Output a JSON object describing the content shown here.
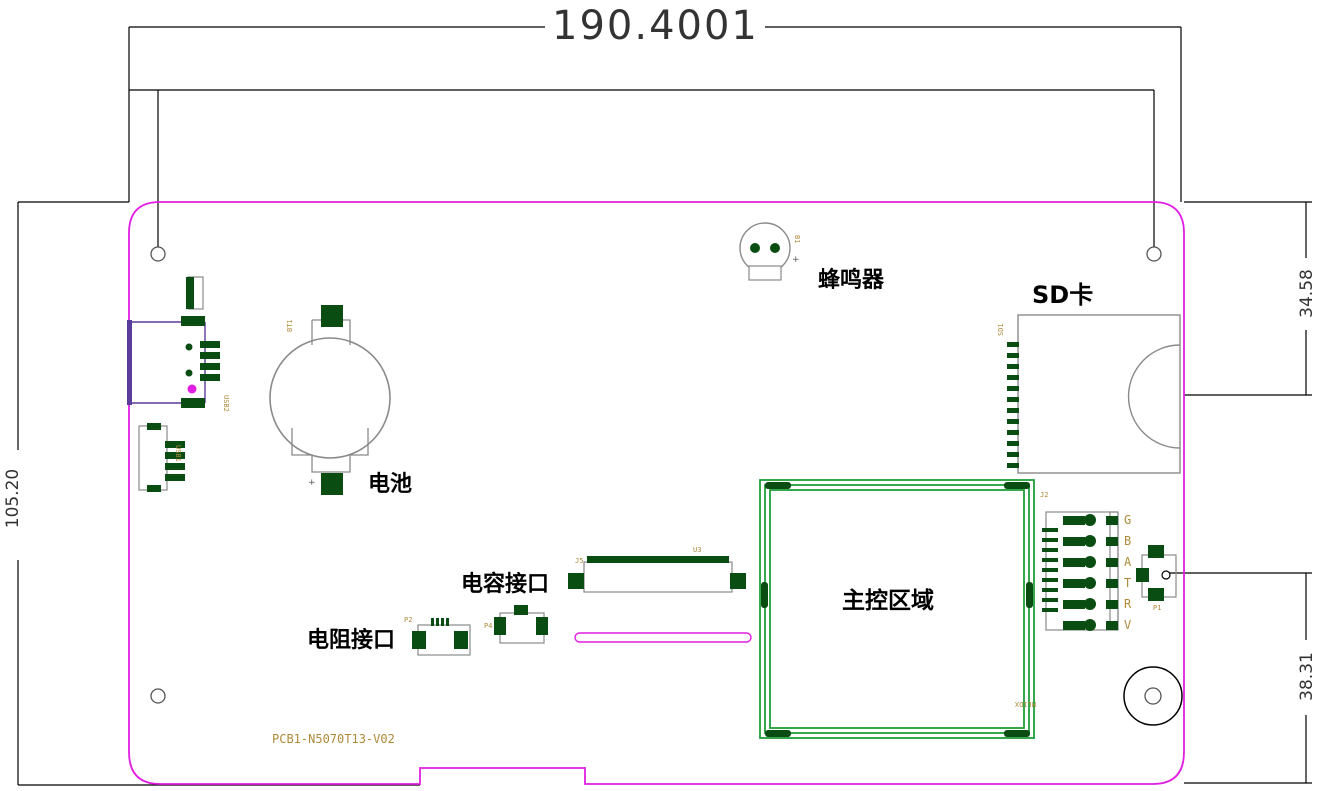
{
  "dimensions": {
    "width_total": "190.4001",
    "height_total": "105.20",
    "right_upper": "34.58",
    "right_lower": "38.31"
  },
  "labels": {
    "buzzer": "蜂鸣器",
    "sd_card": "SD卡",
    "battery": "电池",
    "capacitor_port": "电容接口",
    "resistor_port": "电阻接口",
    "main_control": "主控区域"
  },
  "silkscreen": {
    "board_id": "PCB1-N5070T13-V02",
    "pin_labels": [
      "G",
      "B",
      "A",
      "T",
      "R",
      "V"
    ]
  },
  "colors": {
    "board_outline": "#e11ee1",
    "pad": "#0a4d12",
    "copper_frame": "#1f9e3a",
    "dimension_line": "#000000",
    "silk": "#b08a3a",
    "outline_gray": "#8a8a8a"
  }
}
